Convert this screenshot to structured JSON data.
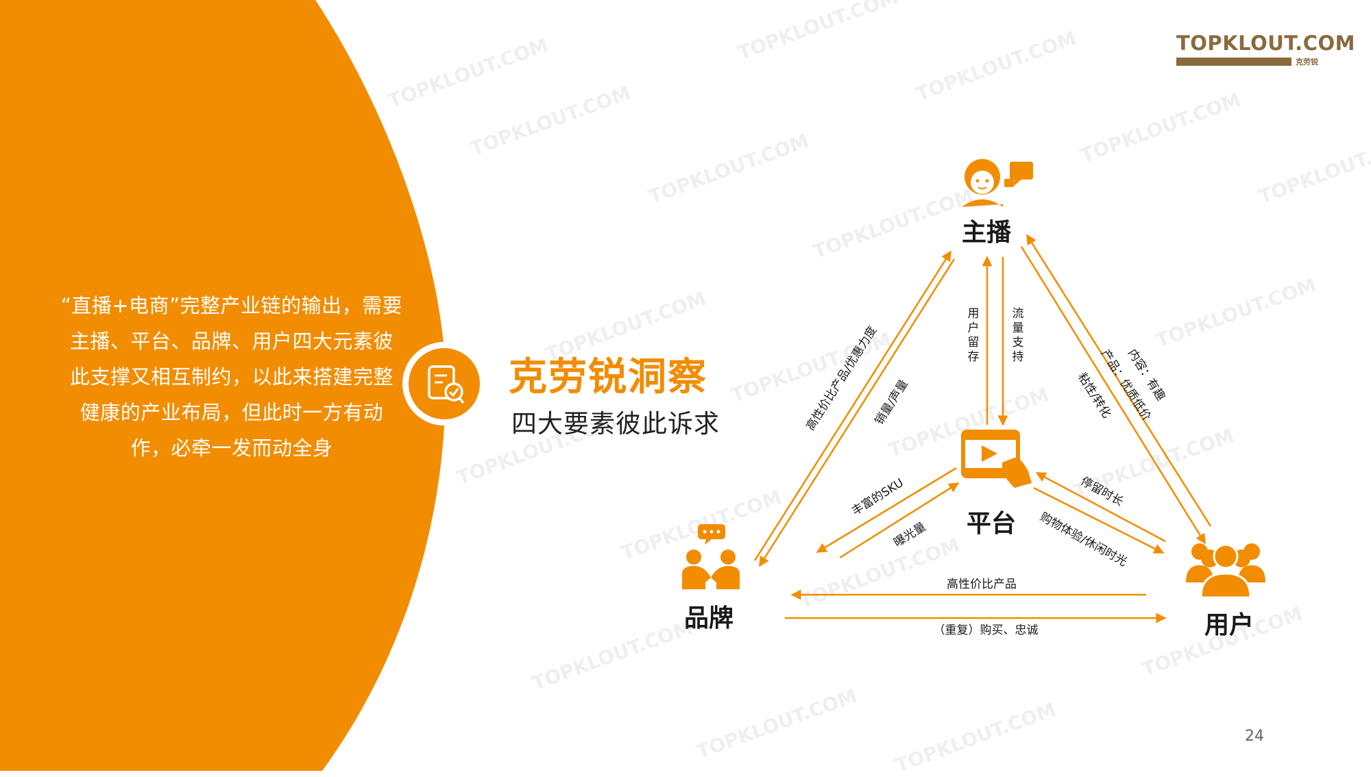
{
  "watermark": "TOPKLOUT.COM",
  "brand": {
    "name": "TOPKLOUT.COM",
    "name_cn": "克劳锐"
  },
  "intro_text": "“直播+电商”完整产业链的输出，需要主播、平台、品牌、用户四大元素彼此支撑又相互制约，以此来搭建完整健康的产业布局，但此时一方有动作，必牵一发而动全身",
  "insight": {
    "title": "克劳锐洞察",
    "subtitle": "四大要素彼此诉求"
  },
  "colors": {
    "accent": "#F28C00",
    "text_dark": "#1A1A1A"
  },
  "diagram": {
    "nodes": {
      "anchor": {
        "label": "主播",
        "icon": "streamer-with-speech-bubble-icon"
      },
      "platform": {
        "label": "平台",
        "icon": "video-play-with-hand-icon"
      },
      "brand": {
        "label": "品牌",
        "icon": "handshake-people-icon"
      },
      "user": {
        "label": "用户",
        "icon": "user-group-icon"
      }
    },
    "edges": {
      "brand_to_anchor": "高性价比产品/优惠力度",
      "anchor_to_brand": "销量/声量",
      "platform_to_anchor": "用户留存",
      "anchor_to_platform": "流量支持",
      "anchor_to_user_1": "内容：有趣",
      "anchor_to_user_2": "产品：优质低价",
      "user_to_anchor": "粘性/转化",
      "platform_to_brand": "丰富的SKU",
      "brand_to_platform": "曝光量",
      "user_to_platform": "停留时长",
      "platform_to_user": "购物体验/休闲时光",
      "user_to_brand": "高性价比产品",
      "brand_to_user": "（重复）购买、忠诚"
    }
  },
  "page_number": "24"
}
